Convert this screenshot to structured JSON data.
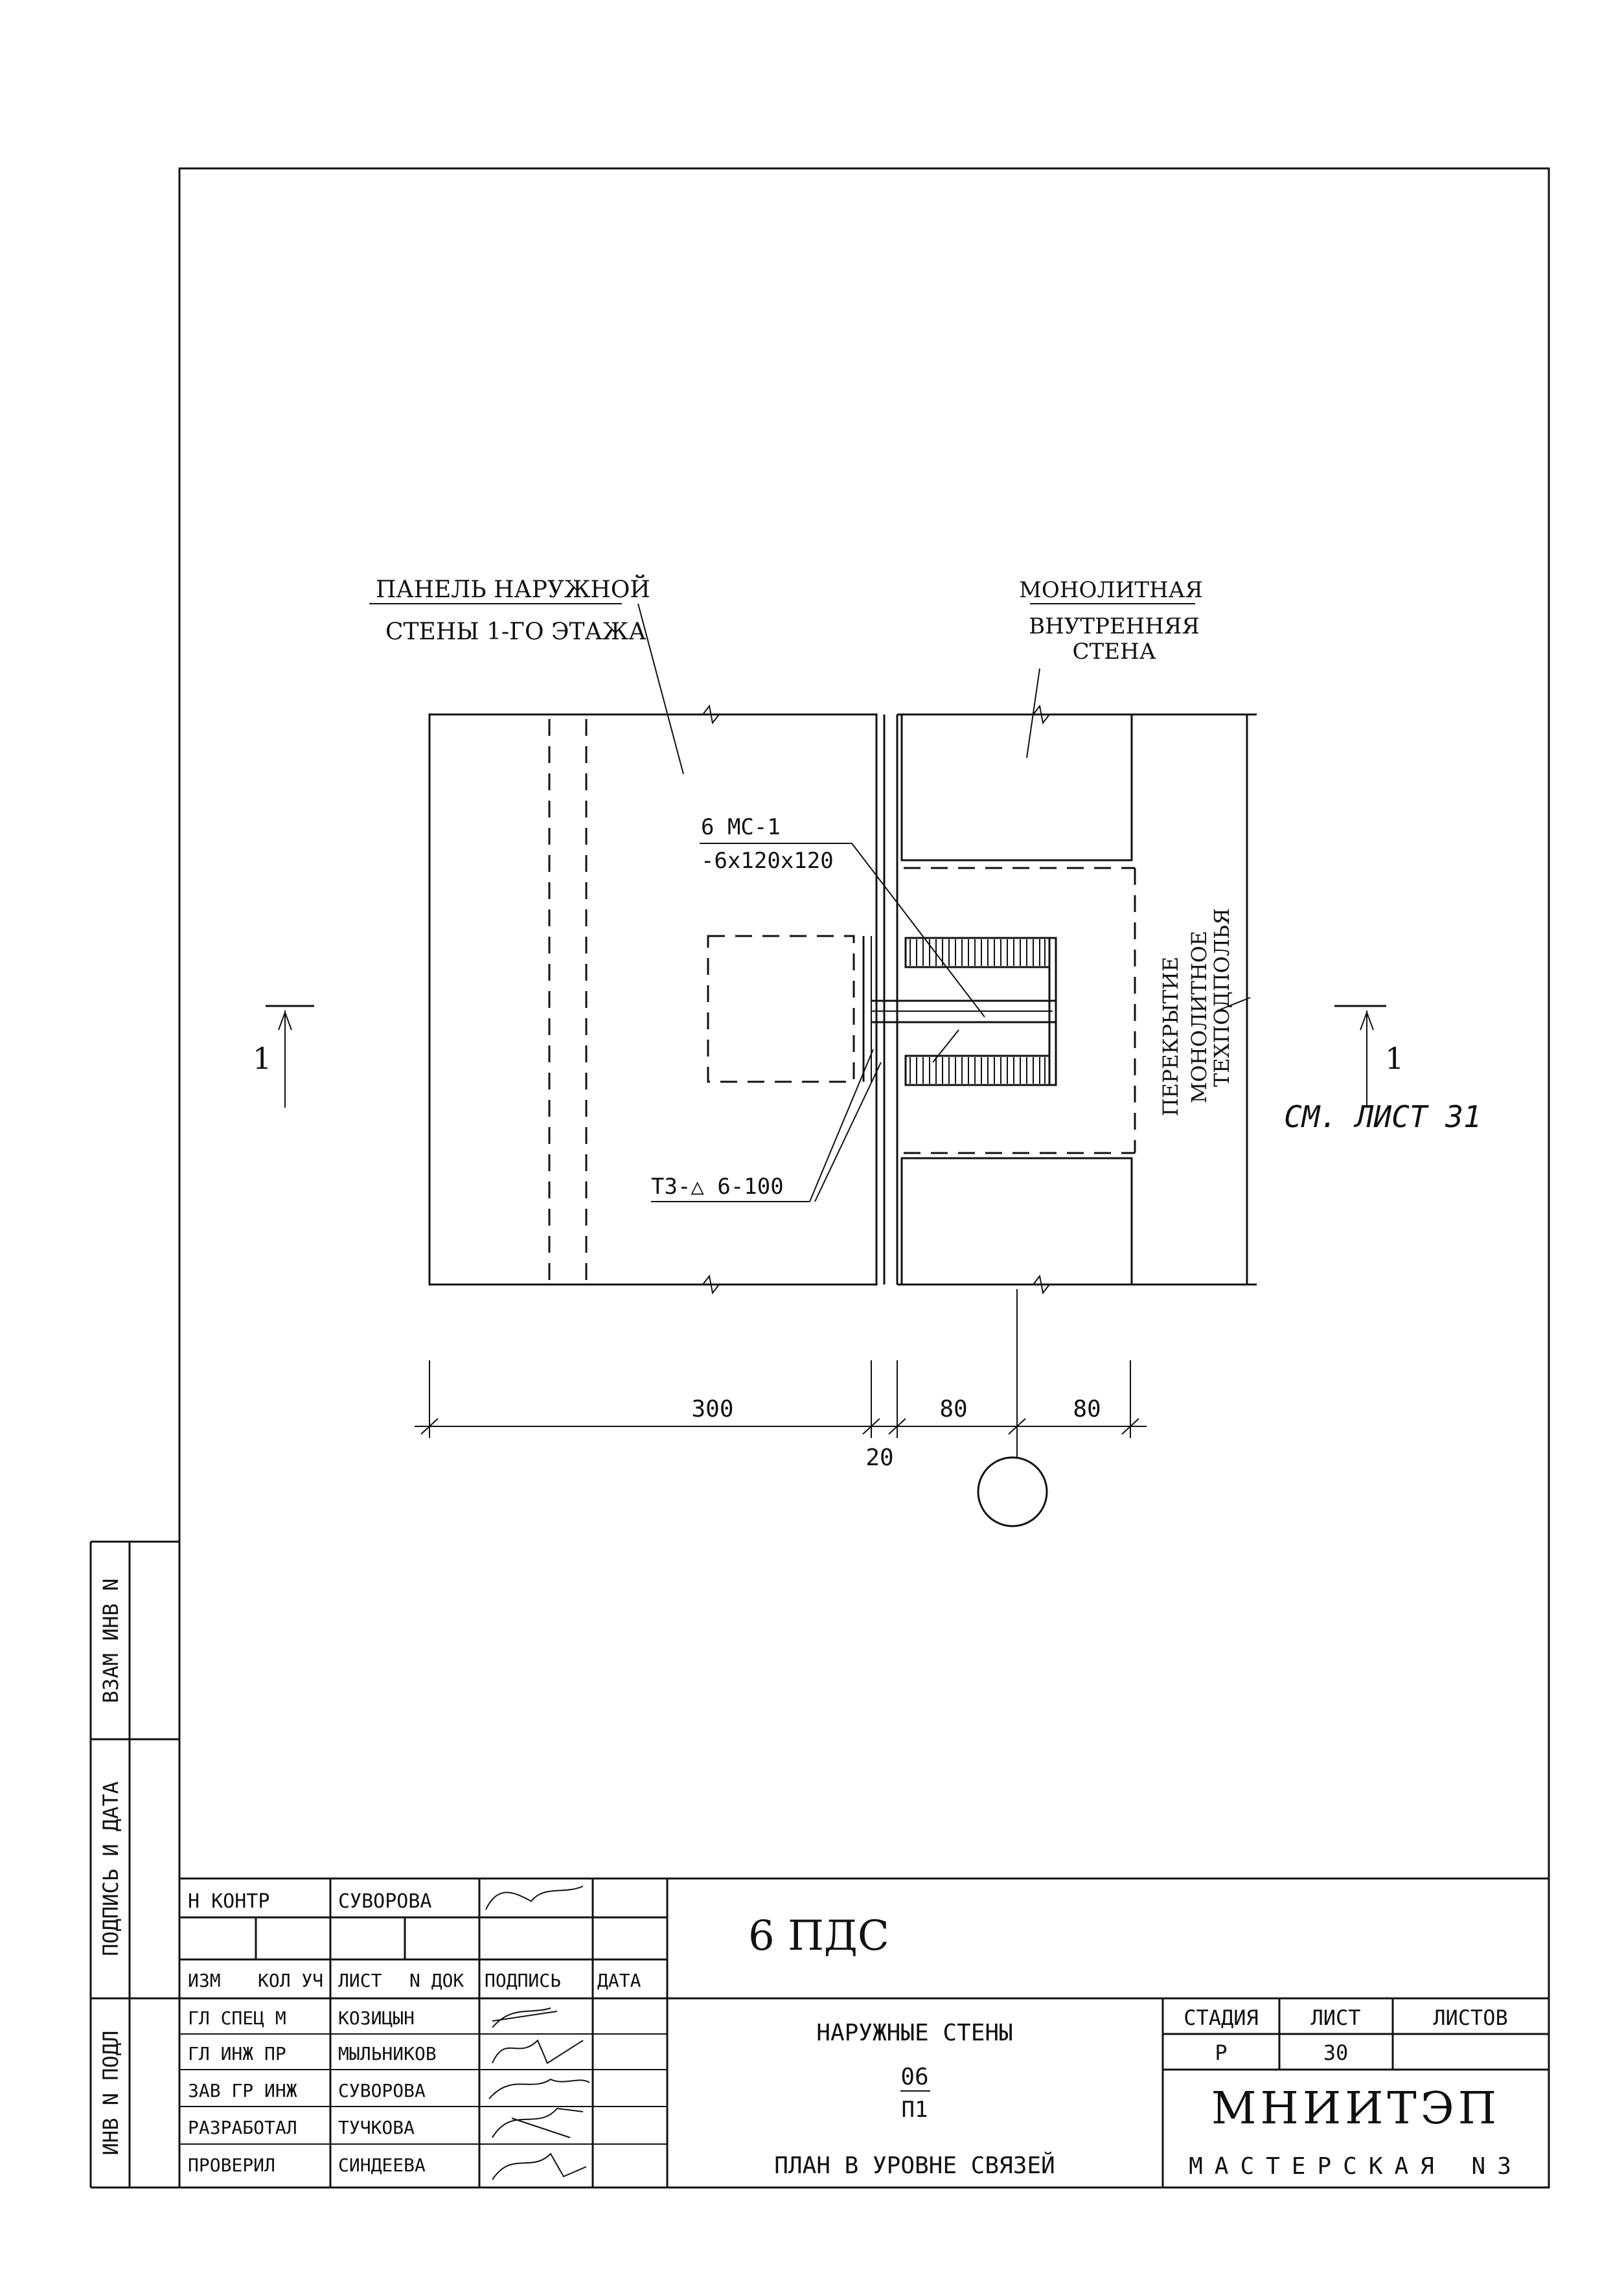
{
  "drawing": {
    "label_panel_line1": "ПАНЕЛЬ НАРУЖНОЙ",
    "label_panel_line2": "СТЕНЫ 1-ГО ЭТАЖА",
    "label_mono_line1": "МОНОЛИТНАЯ",
    "label_mono_line2": "ВНУТРЕННЯЯ",
    "label_mono_line3": "СТЕНА",
    "label_plate_line1": "6 МС-1",
    "label_plate_line2": "-6x120x120",
    "label_floor_line1": "ПЕРЕКРЫТИЕ",
    "label_floor_line2": "МОНОЛИТНОЕ",
    "label_floor_line3": "ТЕХПОДПОЛЬЯ",
    "label_weld": "Т3-△ 6-100",
    "section_left": "1",
    "section_right": "1",
    "ref_note": "СМ. ЛИСТ 31",
    "dim_300": "300",
    "dim_20": "20",
    "dim_80_left": "80",
    "dim_80_right": "80"
  },
  "side_stamp": {
    "vzam_inv": "ВЗАМ ИНВ N",
    "podpis_data": "ПОДПИСЬ И ДАТА",
    "inv_podl": "ИНВ N ПОДЛ"
  },
  "title_block": {
    "n_kontr_label": "Н КОНТР",
    "n_kontr_name": "СУВОРОВА",
    "hdr_izm": "ИЗМ",
    "hdr_koluch": "КОЛ УЧ",
    "hdr_list": "ЛИСТ",
    "hdr_ndok": "N ДОК",
    "hdr_podpis": "ПОДПИСЬ",
    "hdr_data": "ДАТА",
    "rows": [
      {
        "role": "ГЛ СПЕЦ М",
        "name": "КОЗИЦЫН"
      },
      {
        "role": "ГЛ ИНЖ ПР",
        "name": "МЫЛЬНИКОВ"
      },
      {
        "role": "ЗАВ ГР ИНЖ",
        "name": "СУВОРОВА"
      },
      {
        "role": "РАЗРАБОТАЛ",
        "name": "ТУЧКОВА"
      },
      {
        "role": "ПРОВЕРИЛ",
        "name": "СИНДЕЕВА"
      }
    ],
    "project_code": "6 ПДС",
    "sheet_title_line1": "НАРУЖНЫЕ СТЕНЫ",
    "sheet_code_top": "06",
    "sheet_code_bottom": "П1",
    "sheet_title_line2": "ПЛАН В УРОВНЕ СВЯЗЕЙ",
    "hdr_stage": "СТАДИЯ",
    "hdr_sheet": "ЛИСТ",
    "hdr_sheets": "ЛИСТОВ",
    "stage": "Р",
    "sheet_number": "30",
    "sheets_total": "",
    "org_name": "МНИИТЭП",
    "workshop": "МАСТЕРСКАЯ N3"
  }
}
